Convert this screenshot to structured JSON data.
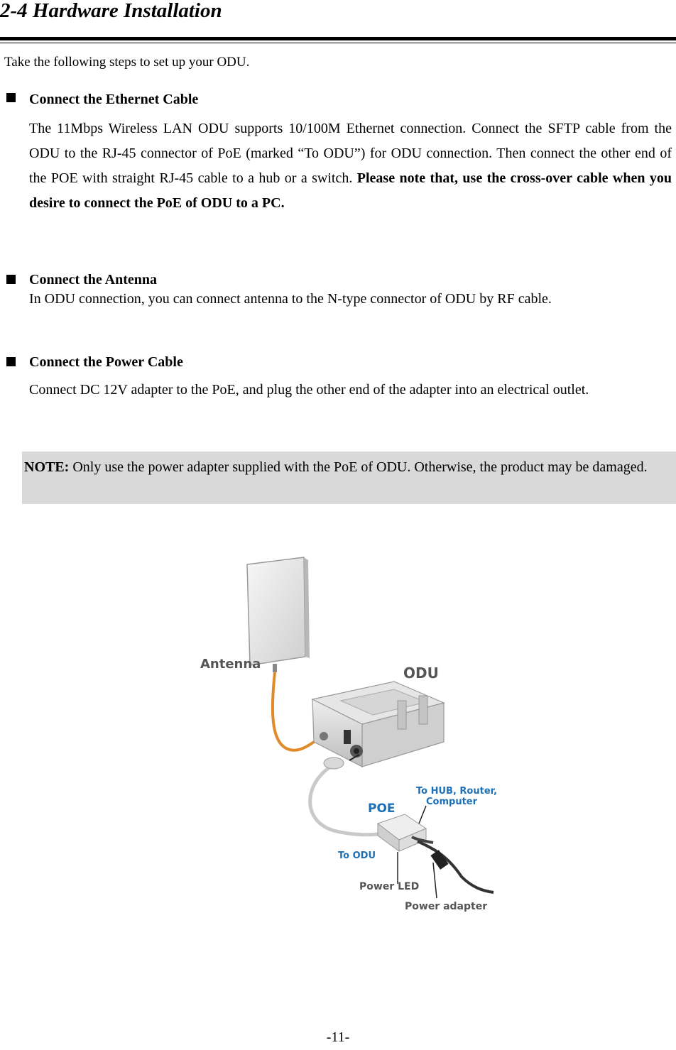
{
  "section": {
    "title": "2-4 Hardware Installation"
  },
  "intro": "Take the following steps to set up your ODU.",
  "steps": [
    {
      "heading": "Connect the Ethernet Cable",
      "text": "The 11Mbps Wireless LAN ODU supports 10/100M Ethernet connection.  Connect the SFTP cable from the ODU to the RJ-45 connector of PoE (marked “To ODU”) for ODU connection. Then connect the other end of the POE with straight RJ-45 cable to a hub or a switch. ",
      "emphasis": "Please note that, use the cross-over cable when you desire to connect the PoE of ODU to a PC."
    },
    {
      "heading": "Connect the Antenna",
      "text": "In ODU connection, you can connect antenna to the N-type connector of ODU by RF cable."
    },
    {
      "heading": "Connect the Power Cable",
      "text": "Connect DC  12V adapter to the PoE, and plug the other end of the adapter  into an electrical outlet."
    }
  ],
  "note": {
    "label": "NOTE:",
    "text": " Only use the power adapter supplied with the PoE of ODU. Otherwise, the product may be damaged."
  },
  "figure": {
    "labels": {
      "antenna": "Antenna",
      "odu": "ODU",
      "poe": "POE",
      "to_hub_line1": "To HUB, Router,",
      "to_hub_line2": "Computer",
      "to_odu": "To ODU",
      "power_led": "Power LED",
      "power_adapter": "Power adapter"
    },
    "colors": {
      "label_gray": "#555555",
      "label_blue": "#1f6fb5",
      "rf_cable": "#e08a2a"
    }
  },
  "page_number": "-11-"
}
